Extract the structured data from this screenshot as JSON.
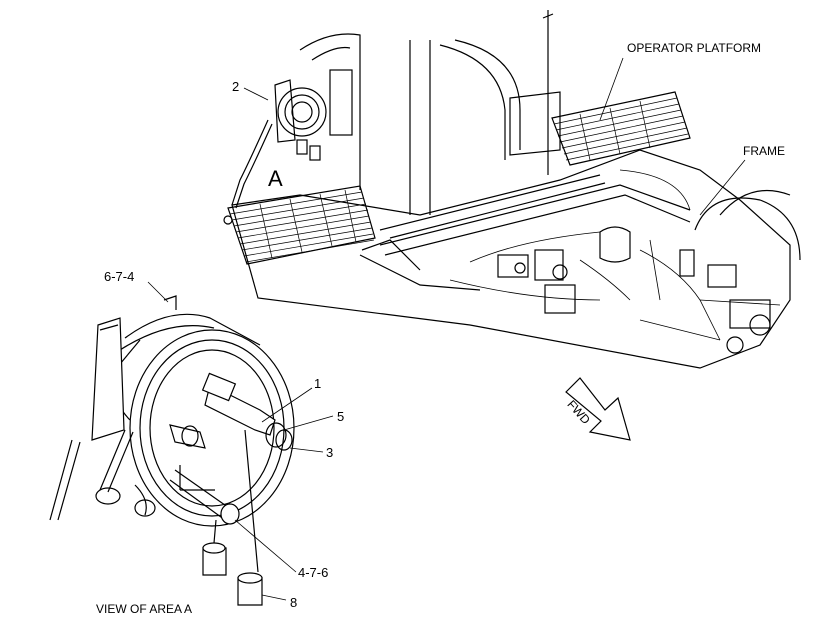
{
  "labels": {
    "operator_platform": "OPERATOR PLATFORM",
    "frame": "FRAME",
    "area_marker": "A",
    "view_caption": "VIEW OF AREA  A",
    "fwd": "FWD"
  },
  "callouts": {
    "c1": "1",
    "c2": "2",
    "c3": "3",
    "c5": "5",
    "c8": "8",
    "c674": "6-7-4",
    "c476": "4-7-6"
  }
}
